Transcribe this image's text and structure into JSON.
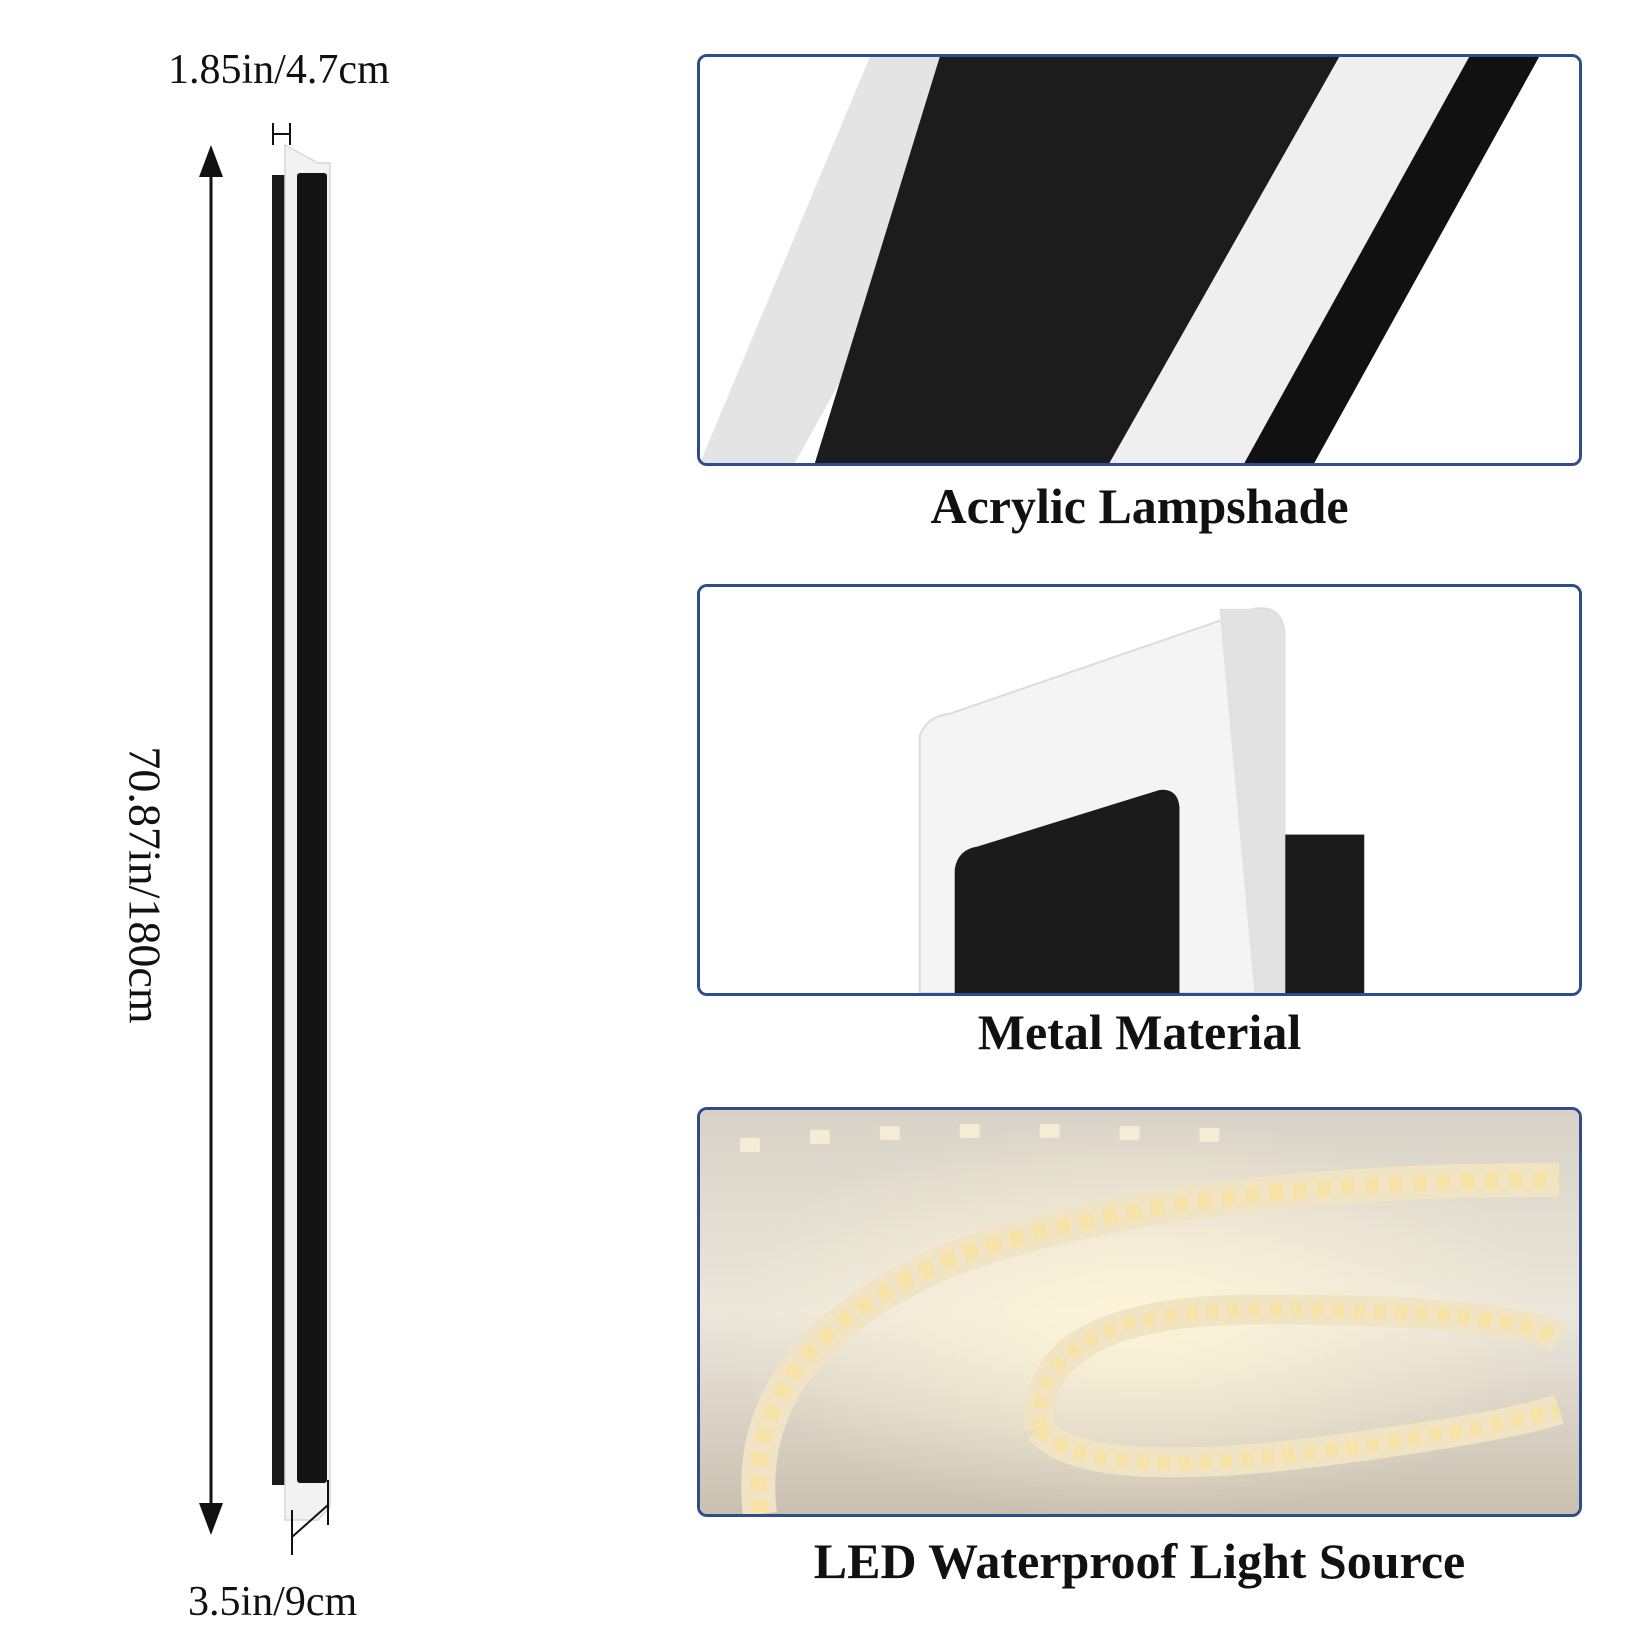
{
  "dimensions": {
    "depth": "1.85in/4.7cm",
    "width": "3.5in/9cm",
    "height": "70.87in/180cm"
  },
  "features": [
    {
      "label": "Acrylic Lampshade",
      "image": "acrylic-lampshade-closeup"
    },
    {
      "label": "Metal Material",
      "image": "metal-panel-closeup"
    },
    {
      "label": "LED Waterproof Light Source",
      "image": "led-strip-photo"
    }
  ],
  "colors": {
    "panel_border": "#2f4d8c",
    "lamp_black": "#141414",
    "acrylic_white": "#f2f2f2",
    "led_glow": "#f7e2a8"
  }
}
